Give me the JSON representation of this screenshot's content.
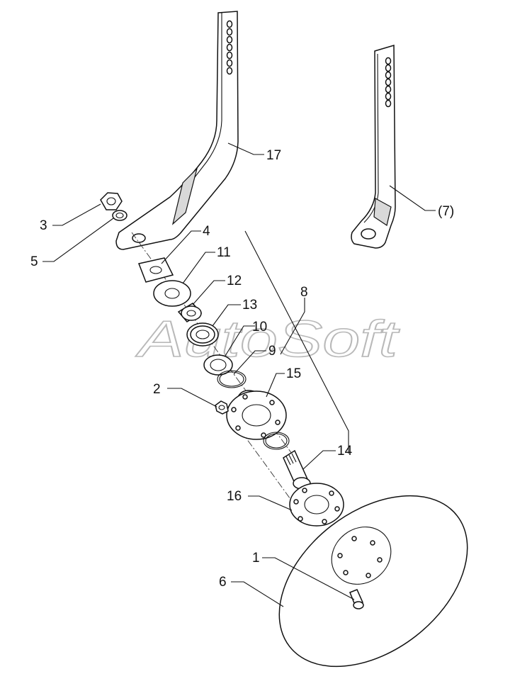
{
  "watermark": "AutoSoft",
  "callouts": {
    "p1": "1",
    "p2": "2",
    "p3": "3",
    "p4": "4",
    "p5": "5",
    "p6": "6",
    "p7": "(7)",
    "p8": "8",
    "p9": "9",
    "p10": "10",
    "p11": "11",
    "p12": "12",
    "p13": "13",
    "p14": "14",
    "p15": "15",
    "p16": "16",
    "p17": "17"
  }
}
